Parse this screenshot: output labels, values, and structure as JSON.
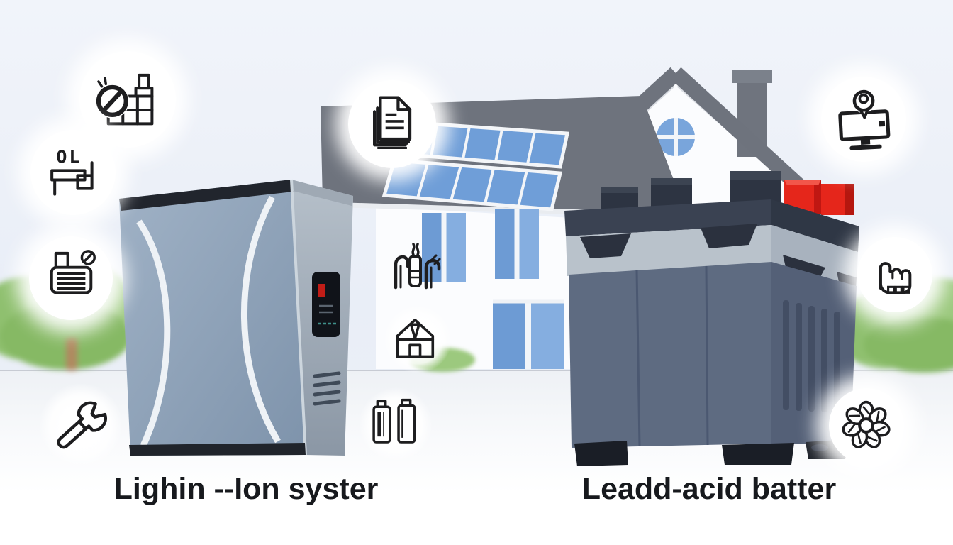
{
  "illustration": {
    "description": "Home energy storage comparison illustration: lithium-ion wall system and lead-acid battery in front of a house with rooftop solar panels",
    "left_label": "Lighin --Ion syster",
    "right_label": "Leadd-acid batter"
  },
  "icons": [
    {
      "name": "factory-prohibited-icon"
    },
    {
      "name": "cabinet-ol-icon",
      "text": "OL"
    },
    {
      "name": "document-prohibited-icon"
    },
    {
      "name": "wrench-icon"
    },
    {
      "name": "documents-stack-icon"
    },
    {
      "name": "cables-hooks-icon"
    },
    {
      "name": "house-icon"
    },
    {
      "name": "battery-cells-icon"
    },
    {
      "name": "monitor-location-pin-icon"
    },
    {
      "name": "pointing-hand-icon"
    },
    {
      "name": "gear-flower-icon"
    }
  ],
  "colors": {
    "sky": "#edf1f8",
    "ground_line": "#c7cbd3",
    "roof": "#6e737d",
    "solar_panel": "#6f9ed8",
    "wall": "#fbfcfe",
    "window": "#7aa5db",
    "tree": "#97c47a",
    "lithium_unit_body": "#8ca1b8",
    "lead_acid_body": "#5e6b81",
    "terminal_red": "#e5261b",
    "label_text": "#17191d",
    "icon_line": "#1d1d1f"
  }
}
